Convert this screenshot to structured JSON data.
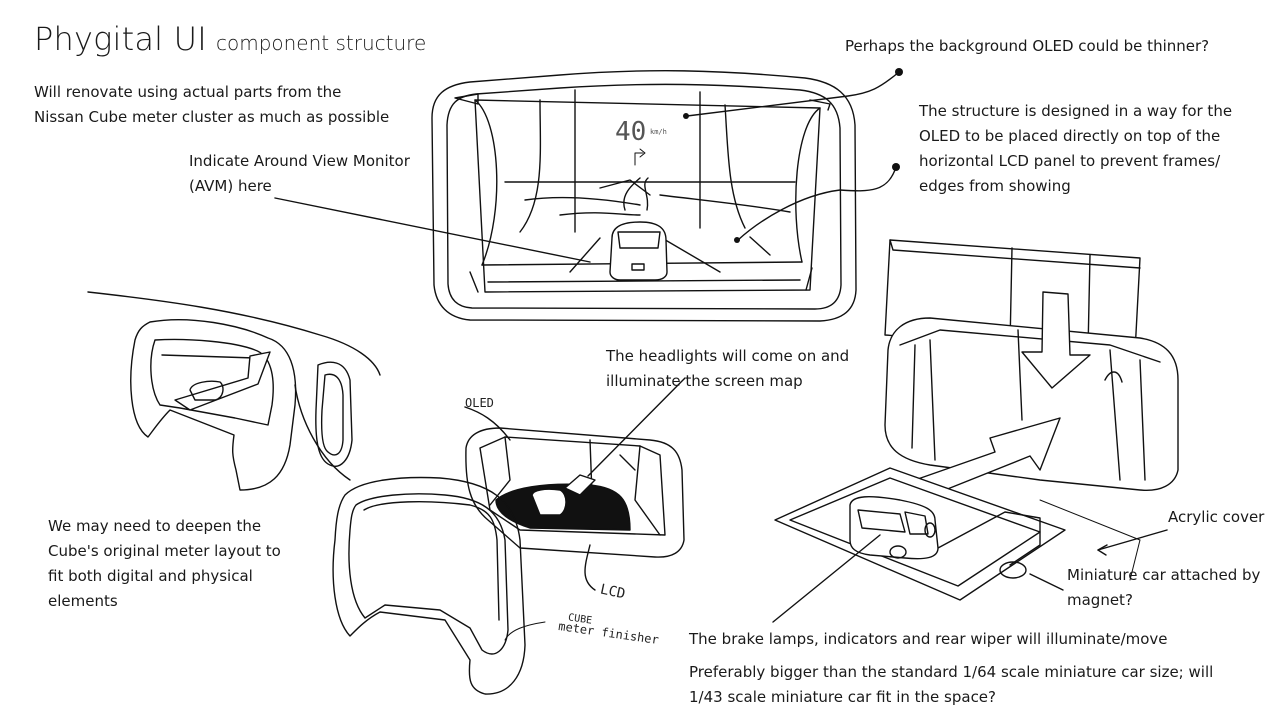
{
  "title": {
    "main": "Phygital UI",
    "sub": "component structure"
  },
  "notes": {
    "renovate_line1": "Will renovate using actual parts from the",
    "renovate_line2": "Nissan Cube meter cluster as much as possible",
    "avm_line1": "Indicate Around View Monitor",
    "avm_line2": "(AVM) here",
    "oled_thinner": "Perhaps the background OLED could be thinner?",
    "structure_line1": "The structure is designed in a way for the",
    "structure_line2": "OLED to be placed directly on top of the",
    "structure_line3": "horizontal LCD panel to prevent frames/",
    "structure_line4": "edges from showing",
    "headlights_line1": "The headlights will come on and",
    "headlights_line2": "illuminate the screen map",
    "deepen_line1": "We may need to deepen the",
    "deepen_line2": "Cube's original meter layout to",
    "deepen_line3": "fit both digital and physical",
    "deepen_line4": "elements",
    "acrylic": "Acrylic cover",
    "magnet_line1": "Miniature car attached by",
    "magnet_line2": "magnet?",
    "brake": "The brake lamps, indicators and rear wiper will illuminate/move",
    "scale_line1": "Preferably bigger than the standard 1/64 scale miniature car size; will",
    "scale_line2": "1/43 scale miniature car fit in the space?"
  },
  "handwritten": {
    "oled": "OLED",
    "lcd": "LCD",
    "cube": "CUBE",
    "meter_finisher": "meter finisher",
    "speed": "40",
    "speed_unit": "km/h"
  }
}
